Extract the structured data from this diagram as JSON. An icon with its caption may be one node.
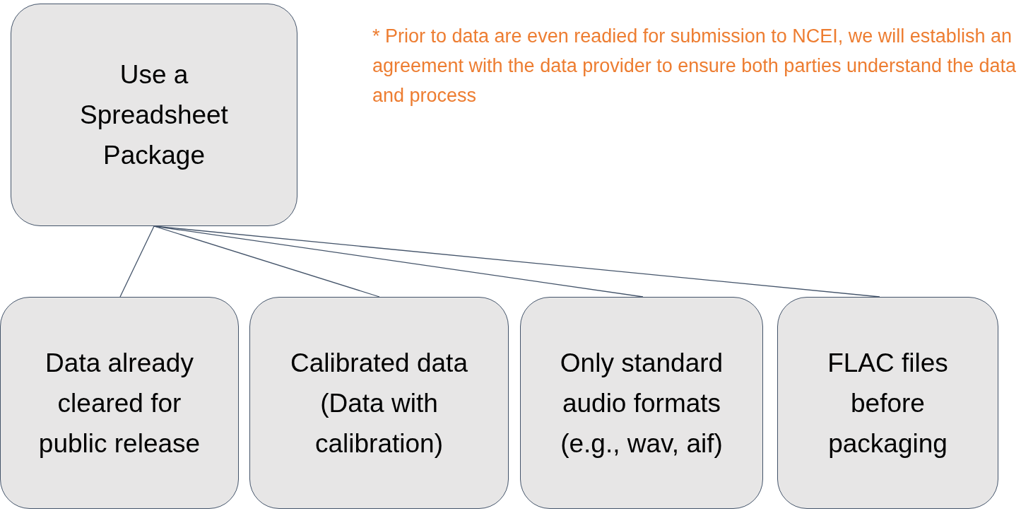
{
  "diagram": {
    "nodes": [
      {
        "text": [
          "Use a Spreadsheet Package"
        ]
      },
      {
        "text": [
          "Data already cleared for public release"
        ]
      },
      {
        "text": [
          "Calibrated data (Data with calibration)"
        ]
      },
      {
        "text": [
          "Only standard audio formats (e.g., wav, aif)"
        ]
      },
      {
        "text": [
          "FLAC files before packaging"
        ]
      }
    ],
    "edges": [
      {
        "from": 0,
        "to": 1,
        "arrow": "none"
      },
      {
        "from": 0,
        "to": 2,
        "arrow": "none"
      },
      {
        "from": 0,
        "to": 3,
        "arrow": "none"
      },
      {
        "from": 0,
        "to": 4,
        "arrow": "none"
      }
    ],
    "labels": [
      "* Prior to data are even readied for submission to NCEI, we will establish an agreement with the data provider to ensure both parties understand the data and process"
    ]
  }
}
